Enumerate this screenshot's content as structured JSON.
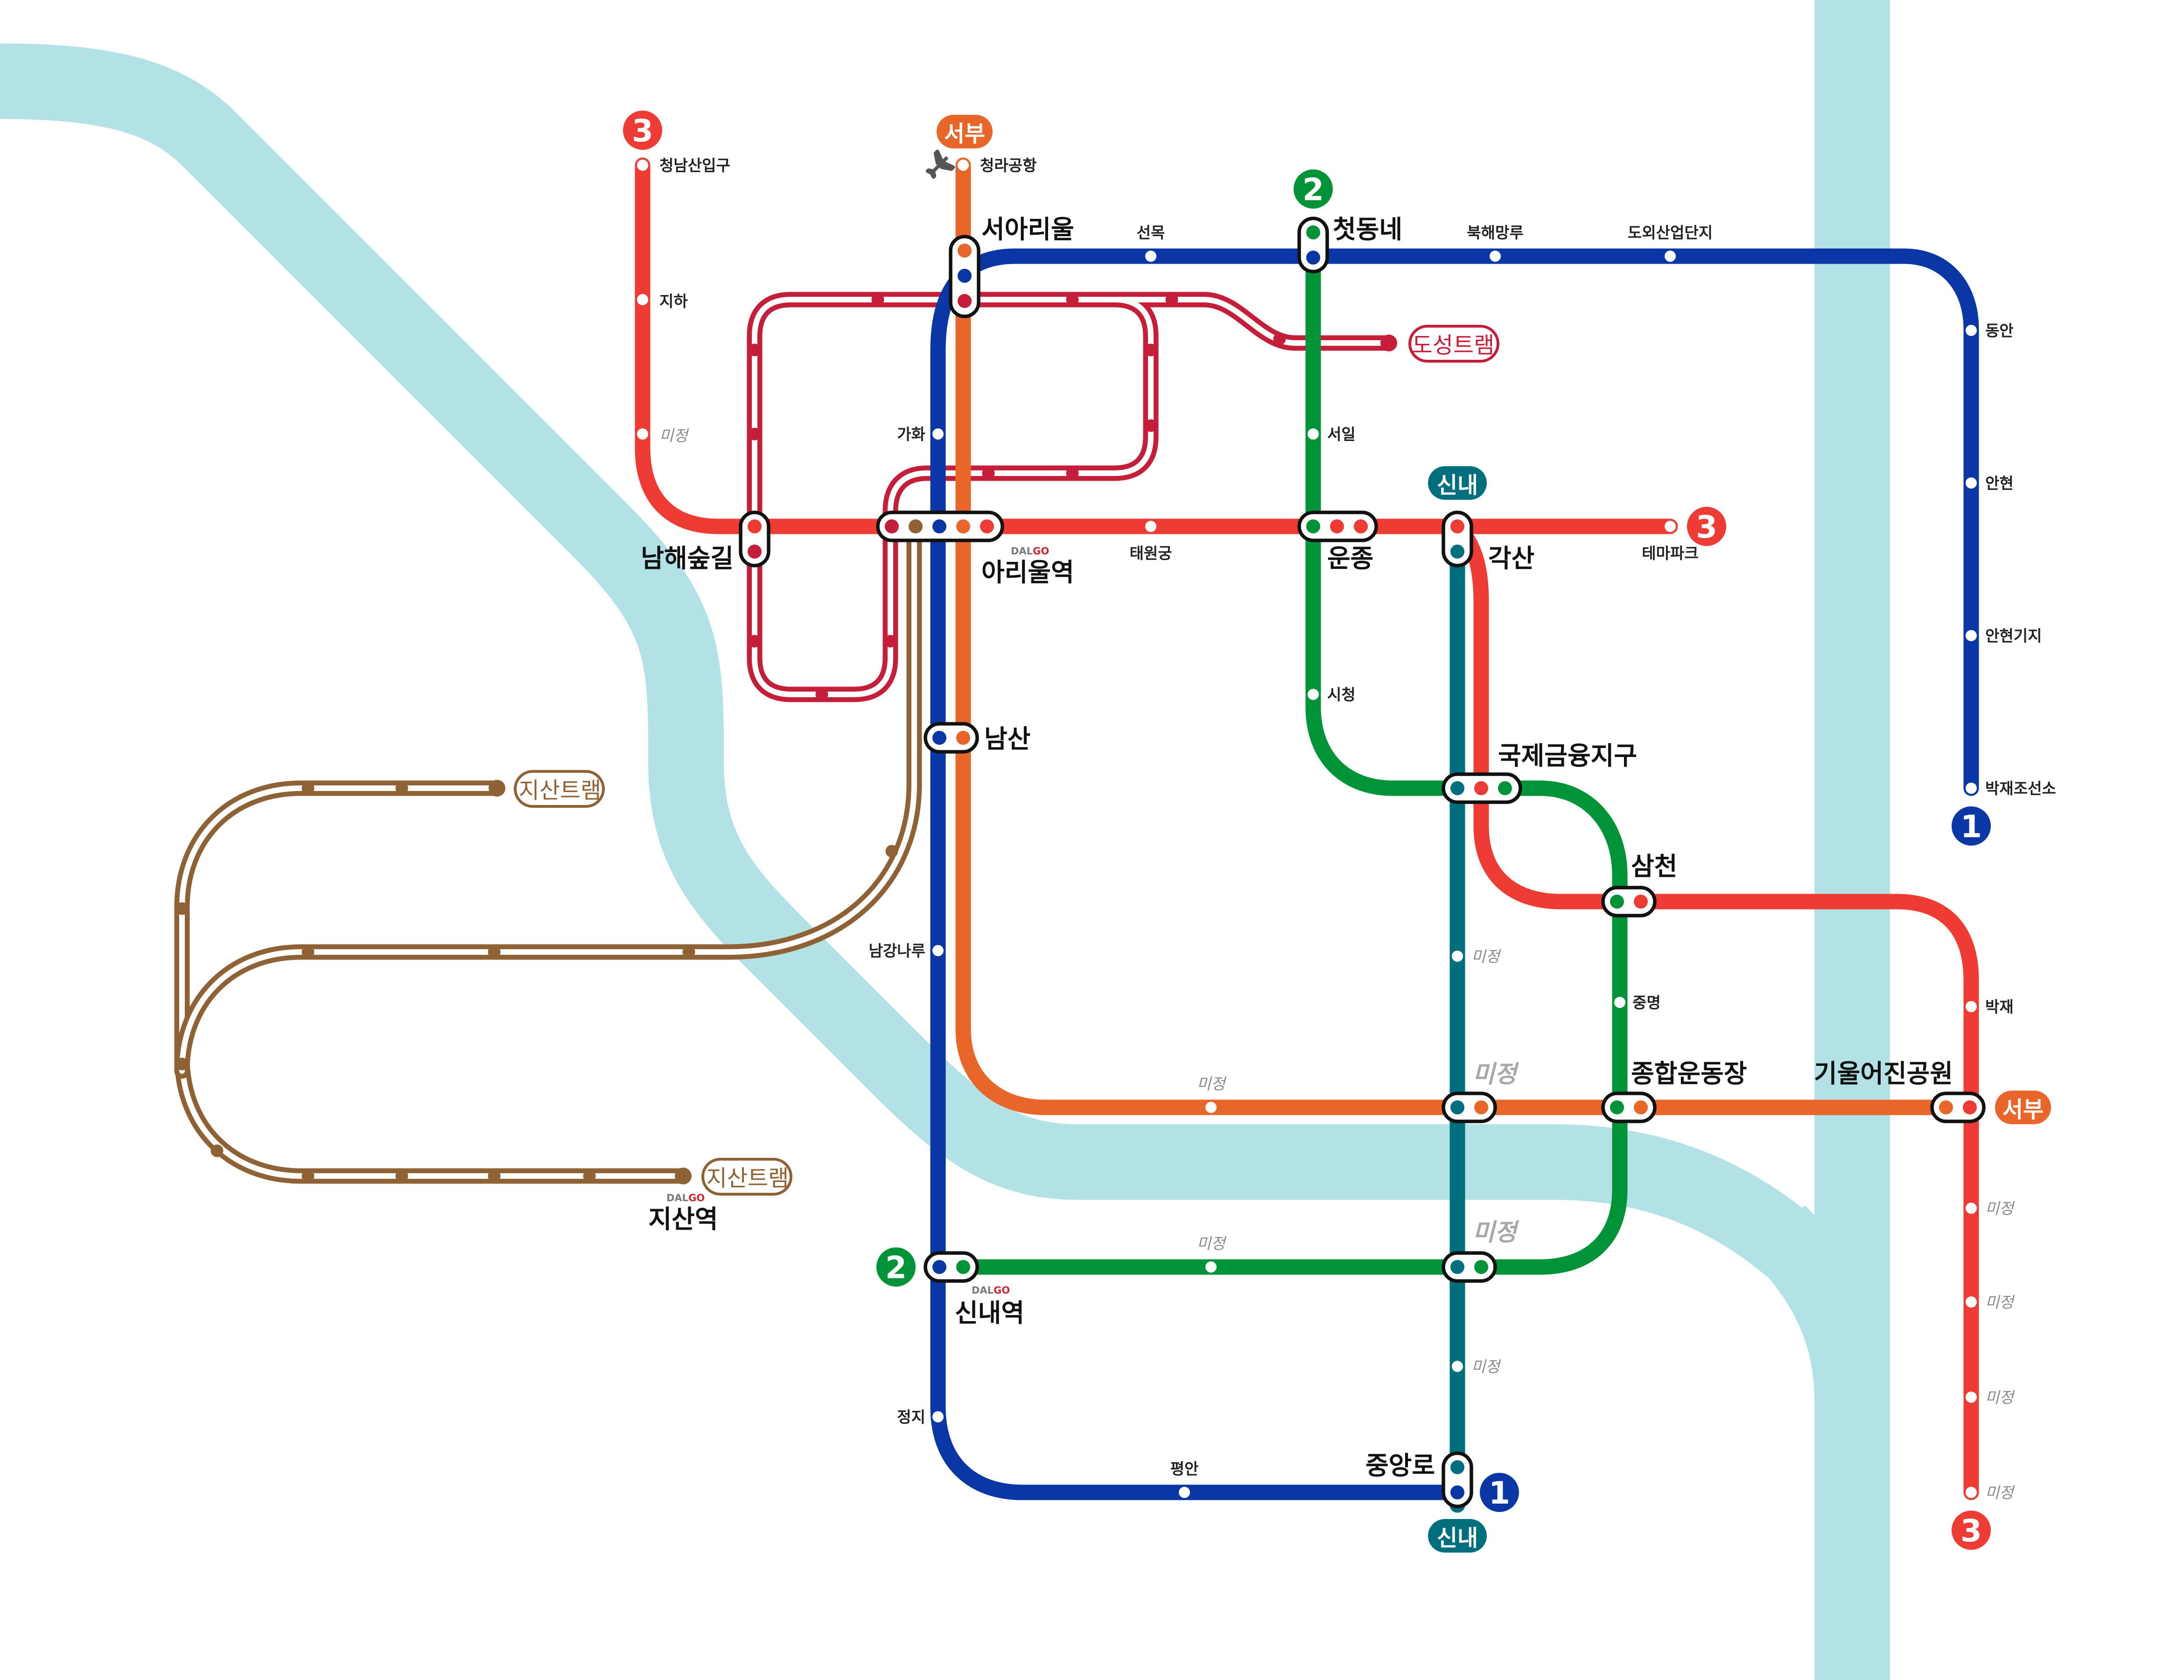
{
  "colors": {
    "river": "#b3e2e6",
    "line1": "#0a36a6",
    "line2": "#009337",
    "line3": "#ee3b33",
    "seobu": "#e8662a",
    "sinnae": "#006f7d",
    "doseong_tram": "#c41e3a",
    "jisan_tram": "#8f6236"
  },
  "terminals": {
    "line1": "1",
    "line2": "2",
    "line3": "3",
    "seobu": "서부",
    "sinnae": "신내"
  },
  "trams": {
    "doseong": "도성트램",
    "jisan": "지산트램"
  },
  "brand": {
    "prefix": "DAL",
    "highlight": "GO"
  },
  "stations": {
    "cheongnamsan": "청남산입구",
    "jiha": "지하",
    "namhaesupgil": "남해숲길",
    "cheongra_airport": "청라공항",
    "seoariul": "서아리울",
    "seonmok": "선목",
    "cheotdongne": "첫동네",
    "bukhaemangru": "북해망루",
    "dooesaneop": "도외산업단지",
    "dongan": "동안",
    "anhyeon": "안현",
    "anhyeon_depot": "안현기지",
    "bakjae_shipyard": "박재조선소",
    "gahwa": "가화",
    "ariul": "아리울역",
    "taewongung": "태원궁",
    "unjong": "운종",
    "seoil": "서일",
    "gaksan": "각산",
    "themepark": "테마파크",
    "sicheong": "시청",
    "namsan": "남산",
    "gukje": "국제금융지구",
    "samcheon": "삼천",
    "namgang": "남강나루",
    "jungmyeong": "중명",
    "bakjae": "박재",
    "jonghap": "종합운동장",
    "giuleojin": "기울어진공원",
    "sinnae": "신내역",
    "jisan": "지산역",
    "jeongji": "정지",
    "pyeongan": "평안",
    "jungangro": "중앙로",
    "tbd": "미정"
  }
}
